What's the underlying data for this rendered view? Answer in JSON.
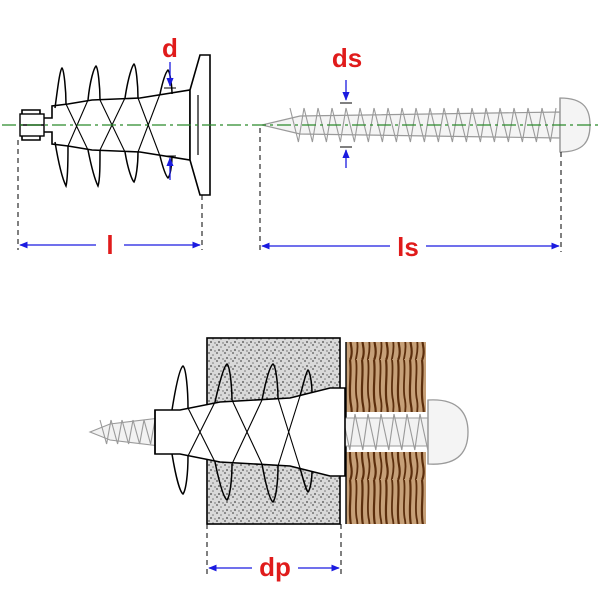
{
  "labels": {
    "d": "d",
    "l": "l",
    "ds": "ds",
    "ls": "ls",
    "dp": "dp"
  },
  "colors": {
    "label": "#e01b1b",
    "dimension": "#1b1be0",
    "centerline": "#2a8a2a",
    "outline": "#000000",
    "screw": "#a8a8a8",
    "wall": "#7a7a7a",
    "wood": "#5c2e0c",
    "wood_light": "#c6a078"
  }
}
